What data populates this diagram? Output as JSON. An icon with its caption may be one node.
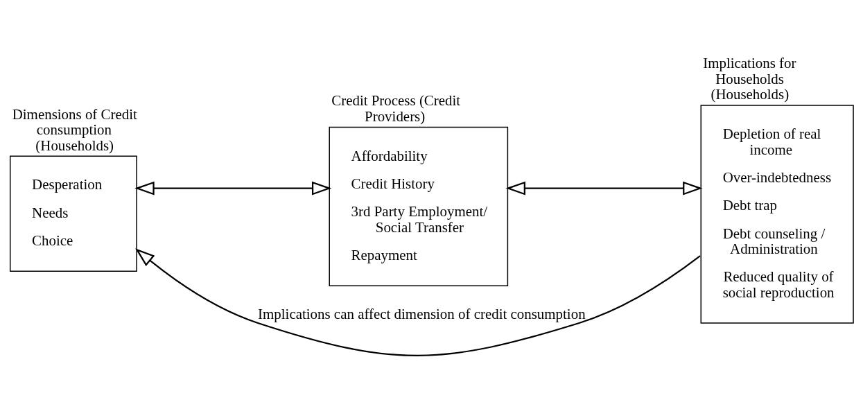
{
  "diagram": {
    "nodes": [
      {
        "text": [
          "Dimensions of Credit consumption (Households)",
          "Desperation",
          "Needs",
          "Choice"
        ]
      },
      {
        "text": [
          "Credit Process (Credit Providers)",
          "Affordability",
          "Credit History",
          "3rd Party Employment/ Social Transfer",
          "Repayment"
        ]
      },
      {
        "text": [
          "Implications for Households (Households)",
          "Depletion of real income",
          "Over-indebtedness",
          "Debt trap",
          "Debt counseling / Administration",
          "Reduced quality of social reproduction"
        ]
      }
    ],
    "edges": [
      {
        "from": 0,
        "to": 1,
        "arrow": "both"
      },
      {
        "from": 1,
        "to": 2,
        "arrow": "both"
      },
      {
        "from": 2,
        "to": 0,
        "arrow": "to",
        "label": "Implications can affect dimension of credit consumption"
      }
    ]
  }
}
